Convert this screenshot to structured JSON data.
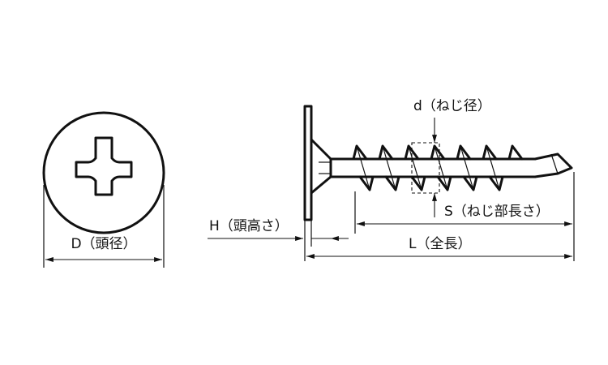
{
  "labels": {
    "head_diameter": "D（頭径）",
    "thread_diameter": "d（ねじ径）",
    "thread_length": "S（ねじ部長さ）",
    "total_length": "L（全長）",
    "head_height": "H（頭高さ）"
  },
  "colors": {
    "line": "#111111",
    "background": "#ffffff"
  }
}
